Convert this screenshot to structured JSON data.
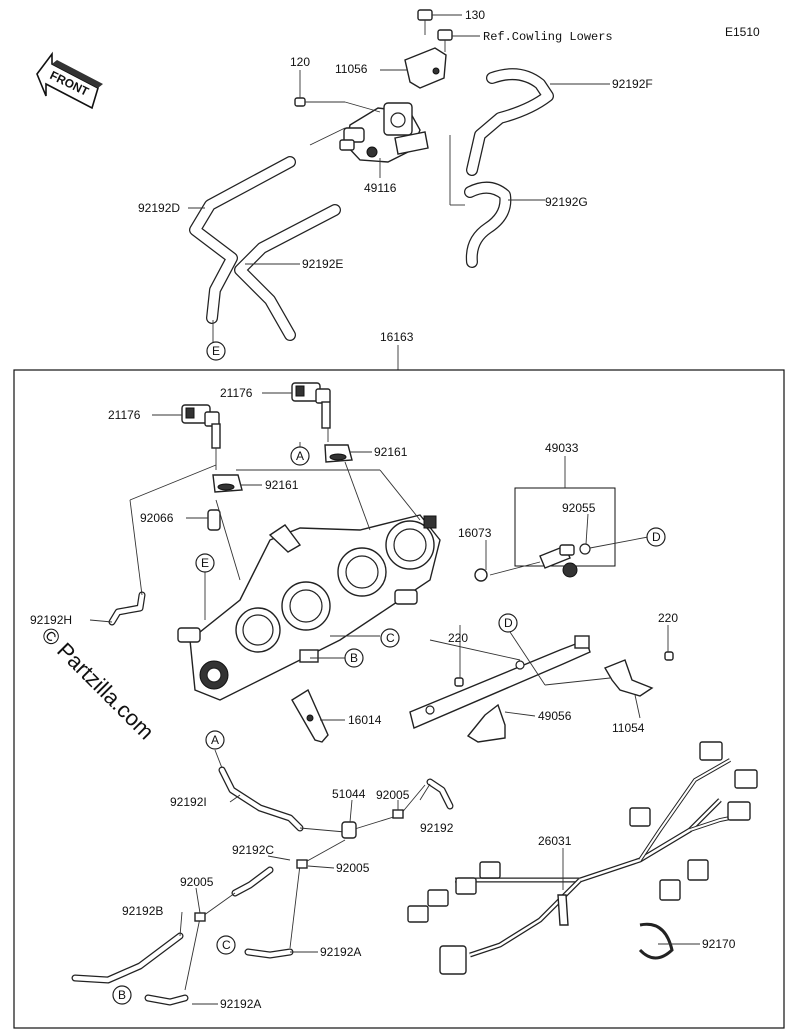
{
  "diagram_code": "E1510",
  "front_label": "FRONT",
  "watermark": "© Partzilla.com",
  "ref_text": "Ref.Cowling Lowers",
  "callouts": {
    "A": "A",
    "B": "B",
    "C": "C",
    "D": "D",
    "E": "E"
  },
  "parts": {
    "p130": "130",
    "p120": "120",
    "p11056": "11056",
    "p92192F": "92192F",
    "p49116": "49116",
    "p92192D": "92192D",
    "p92192G": "92192G",
    "p92192E": "92192E",
    "p16163": "16163",
    "p21176a": "21176",
    "p21176b": "21176",
    "p92161a": "92161",
    "p92161b": "92161",
    "p49033": "49033",
    "p92066": "92066",
    "p16073": "16073",
    "p92055": "92055",
    "p92192H": "92192H",
    "p220a": "220",
    "p220b": "220",
    "p16014": "16014",
    "p49056": "49056",
    "p11054": "11054",
    "p92005a": "92005",
    "p51044": "51044",
    "p92192I": "92192I",
    "p92192": "92192",
    "p92192C": "92192C",
    "p92005b": "92005",
    "p26031": "26031",
    "p92005c": "92005",
    "p92192B": "92192B",
    "p92192A1": "92192A",
    "p92170": "92170",
    "p92192A2": "92192A"
  }
}
